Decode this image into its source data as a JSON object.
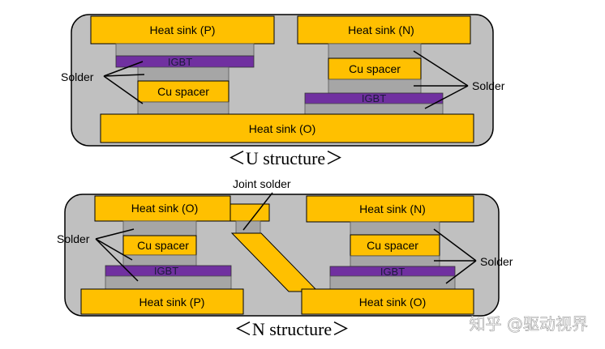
{
  "colors": {
    "package": "#c0c0c0",
    "heat_sink": "#ffc000",
    "solder": "#a6a6a6",
    "igbt": "#7030a0",
    "background": "#ffffff"
  },
  "u_structure": {
    "caption": "＜U structure＞",
    "heat_sink_p": "Heat sink (P)",
    "heat_sink_n": "Heat sink (N)",
    "heat_sink_o": "Heat sink (O)",
    "igbt_left": "IGBT",
    "igbt_right": "IGBT",
    "cu_spacer_left": "Cu spacer",
    "cu_spacer_right": "Cu spacer",
    "solder_left": "Solder",
    "solder_right": "Solder"
  },
  "n_structure": {
    "caption": "＜N structure＞",
    "joint_solder": "Joint solder",
    "heat_sink_o_top": "Heat sink (O)",
    "heat_sink_n": "Heat sink (N)",
    "heat_sink_p": "Heat sink (P)",
    "heat_sink_o_bottom": "Heat sink (O)",
    "igbt_left": "IGBT",
    "igbt_right": "IGBT",
    "cu_spacer_left": "Cu spacer",
    "cu_spacer_right": "Cu spacer",
    "solder_left": "Solder",
    "solder_right": "Solder"
  },
  "watermark": "知乎 @驱动视界"
}
